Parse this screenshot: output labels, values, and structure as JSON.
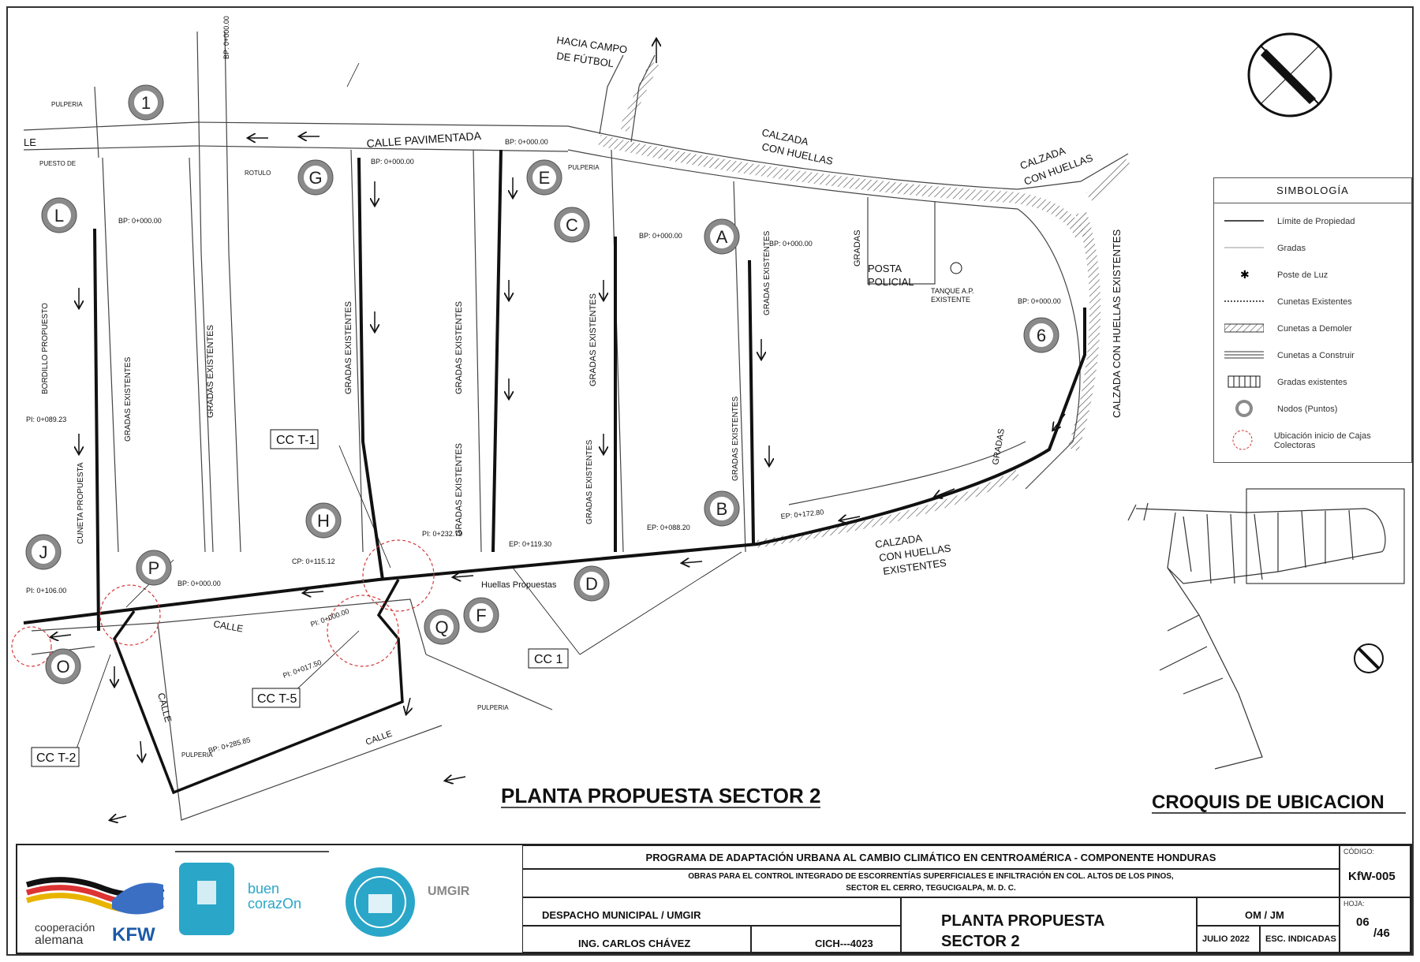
{
  "plan": {
    "nodes": [
      {
        "label": "1"
      },
      {
        "label": "G"
      },
      {
        "label": "E"
      },
      {
        "label": "L"
      },
      {
        "label": "C"
      },
      {
        "label": "A"
      },
      {
        "label": "6"
      },
      {
        "label": "B"
      },
      {
        "label": "H"
      },
      {
        "label": "J"
      },
      {
        "label": "P"
      },
      {
        "label": "D"
      },
      {
        "label": "F"
      },
      {
        "label": "Q"
      },
      {
        "label": "O"
      }
    ],
    "street_labels": {
      "hacia_campo": "HACIA CAMPO",
      "de_futbol": "DE FÚTBOL",
      "calle_pavimentada": "CALLE PAVIMENTADA",
      "calzada_huellas_1a": "CALZADA",
      "calzada_huellas_1b": "CON HUELLAS",
      "calzada_huellas_2a": "CALZADA",
      "calzada_huellas_2b": "CON HUELLAS",
      "calzada_existentes_a": "CALZADA",
      "calzada_existentes_b": "CON HUELLAS",
      "calzada_existentes_c": "EXISTENTES",
      "calzada_vert": "CALZADA CON HUELLAS EXISTENTES",
      "calle_1": "CALLE",
      "calle_2": "CALLE",
      "calle_3": "CALLE",
      "le": "LE",
      "posta_a": "POSTA",
      "posta_b": "POLICIAL",
      "tanque_a": "TANQUE A.P.",
      "tanque_b": "EXISTENTE",
      "pulperia_1": "PULPERIA",
      "pulperia_2": "PULPERIA",
      "pulperia_3": "PULPERIA",
      "pulperia_4": "PULPERIA",
      "huellas_propuestas": "Huellas Propuestas",
      "gradas_1": "GRADAS",
      "gradas_2": "GRADAS",
      "rotulo": "ROTULO",
      "puesto": "PUESTO DE"
    },
    "vertical_labels": {
      "gradas_existentes_1": "GRADAS EXISTENTES",
      "gradas_existentes_2": "GRADAS EXISTENTES",
      "gradas_existentes_3": "GRADAS EXISTENTES",
      "gradas_existentes_4": "GRADAS EXISTENTES",
      "gradas_existentes_5": "GRADAS EXISTENTES",
      "gradas_existentes_6": "GRADAS EXISTENTES",
      "gradas_existentes_7": "GRADAS EXISTENTES",
      "gradas_existentes_8": "GRADAS EXISTENTES",
      "gradas_existentes_9": "GRADAS EXISTENTES",
      "cuneta_propuesta": "CUNETA PROPUESTA",
      "bordillo": "BORDILLO PROPUESTO"
    },
    "stations": {
      "bp_e": "BP: 0+000.00",
      "bp_g": "BP: 0+000.00",
      "bp_l": "BP: 0+000.00",
      "bp_c": "BP: 0+000.00",
      "bp_a": "BP: 0+000.00",
      "bp_6": "BP: 0+000.00",
      "bp_top": "BP: 0+000.00",
      "pi_l": "PI: 0+089.23",
      "pi_j": "PI: 0+106.00",
      "bp_p": "BP: 0+000.00",
      "cp_h": "CP: 0+115.12",
      "pi_ccb": "PI: 0+232.79",
      "ep_d": "EP: 0+119.30",
      "ep_b": "EP: 0+088.20",
      "ep_right": "EP: 0+172.80",
      "pi_1": "PI: 0+000.00",
      "pi_2": "PI: 0+017.50",
      "bp_calle": "BP: 0+285.85"
    },
    "cct": {
      "cct1": "CC T-1",
      "cct2": "CC T-2",
      "cct5": "CC T-5",
      "cc1": "CC 1"
    },
    "drawing_title": "PLANTA PROPUESTA SECTOR 2",
    "croquis_title": "CROQUIS DE UBICACION"
  },
  "legend": {
    "title": "SIMBOLOGÍA",
    "items": [
      {
        "label": "Límite de Propiedad"
      },
      {
        "label": "Gradas"
      },
      {
        "label": "Poste de Luz"
      },
      {
        "label": "Cunetas Existentes"
      },
      {
        "label": "Cunetas a Demoler"
      },
      {
        "label": "Cunetas a Construir"
      },
      {
        "label": "Gradas existentes"
      },
      {
        "label": "Nodos (Puntos)"
      },
      {
        "label": "Ubicación inicio de Cajas Colectoras"
      }
    ]
  },
  "title_block": {
    "logos": {
      "coop_a": "cooperación",
      "coop_b": "alemana",
      "kfw": "KFW",
      "buen_a": "buen",
      "buen_b": "corazOn",
      "umgir": "UMGIR"
    },
    "program": "PROGRAMA DE ADAPTACIÓN URBANA AL CAMBIO CLIMÁTICO EN CENTROAMÉRICA - COMPONENTE HONDURAS",
    "obra_line1": "OBRAS PARA EL CONTROL INTEGRADO DE ESCORRENTÍAS SUPERFICIALES E INFILTRACIÓN EN COL. ALTOS DE LOS PINOS,",
    "obra_line2": "SECTOR EL CERRO, TEGUCIGALPA, M. D. C.",
    "asesor": "DESPACHO MUNICIPAL / UMGIR",
    "responsable": "ING. CARLOS CHÁVEZ",
    "contratacion": "CICH---4023",
    "plano_a": "PLANTA PROPUESTA",
    "plano_b": "SECTOR 2",
    "dibujado": "OM / JM",
    "fecha": "JULIO 2022",
    "escala": "ESC. INDICADAS",
    "codigo_label": "CÓDIGO:",
    "codigo": "KfW-005",
    "hoja_label": "HOJA:",
    "hoja_num": "06",
    "hoja_total": "/46"
  },
  "colors": {
    "line": "#111111",
    "node_fill": "#8a8a8a",
    "cct_red": "#d33a3a"
  }
}
